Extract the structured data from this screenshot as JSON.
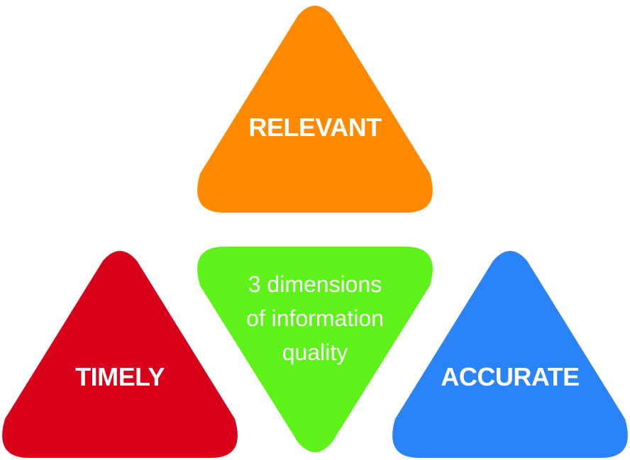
{
  "diagram": {
    "triangles": [
      {
        "id": "relevant",
        "label": "RELEVANT",
        "color": "#ff8a00",
        "orientation": "up"
      },
      {
        "id": "timely",
        "label": "TIMELY",
        "color": "#d9001b",
        "orientation": "up"
      },
      {
        "id": "accurate",
        "label": "ACCURATE",
        "color": "#2b84f7",
        "orientation": "up"
      },
      {
        "id": "center",
        "color": "#5ef21a",
        "orientation": "down"
      }
    ],
    "center_text": {
      "line1": "3 dimensions",
      "line2": "of information",
      "line3": "quality"
    }
  }
}
